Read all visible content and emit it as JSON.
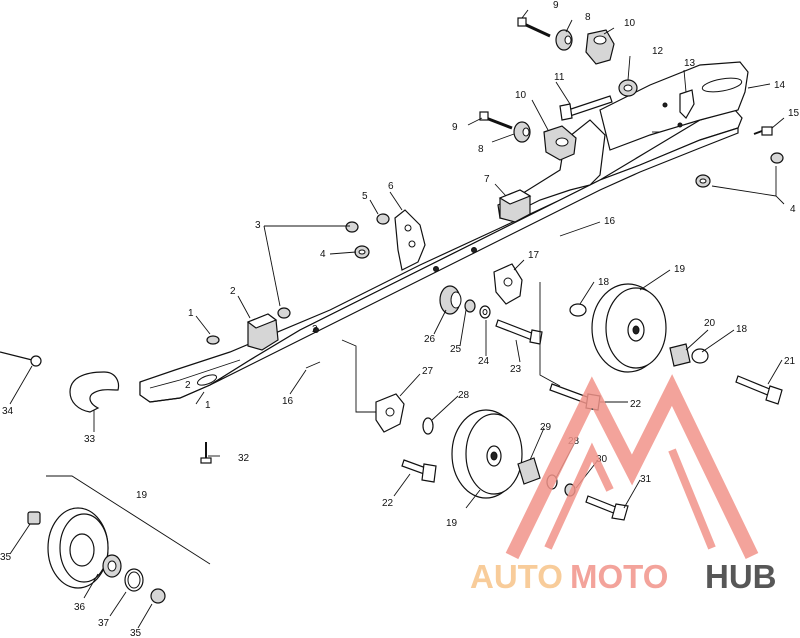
{
  "diagram": {
    "callouts": {
      "c1a": "1",
      "c1b": "1",
      "c2a": "2",
      "c2b": "2",
      "c2c": "2",
      "c3": "3",
      "c4a": "4",
      "c4b": "4",
      "c5": "5",
      "c6": "6",
      "c7": "7",
      "c8a": "8",
      "c8b": "8",
      "c9a": "9",
      "c9b": "9",
      "c10a": "10",
      "c10b": "10",
      "c11": "11",
      "c12": "12",
      "c13": "13",
      "c14": "14",
      "c15": "15",
      "c16a": "16",
      "c16b": "16",
      "c17": "17",
      "c18a": "18",
      "c18b": "18",
      "c19a": "19",
      "c19b": "19",
      "c19c": "19",
      "c20": "20",
      "c21": "21",
      "c22a": "22",
      "c22b": "22",
      "c23": "23",
      "c24": "24",
      "c25": "25",
      "c26": "26",
      "c27": "27",
      "c28a": "28",
      "c28b": "28",
      "c29": "29",
      "c30": "30",
      "c31": "31",
      "c32": "32",
      "c33": "33",
      "c34": "34",
      "c35a": "35",
      "c35b": "35",
      "c36": "36",
      "c37": "37"
    }
  },
  "watermark": {
    "part1": "AUTO",
    "part2": "MOTO",
    "part3": "HUB",
    "color_primary": "#f2948a",
    "color_secondary": "#f7c489",
    "color_dark": "#3a3a3a"
  }
}
